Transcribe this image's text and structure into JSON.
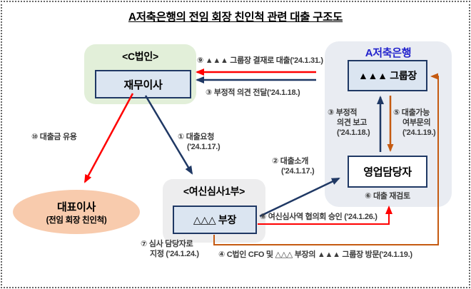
{
  "title": "A저축은행의 전임 회장 친인척 관련 대출 구조도",
  "c_corp": {
    "label": "<C법인>",
    "member": "재무이사"
  },
  "bank": {
    "label": "A저축은행",
    "head": "▲▲▲ 그룹장",
    "sales": "영업담당자"
  },
  "credit": {
    "label": "<여신심사1부>",
    "member": "△△△ 부장"
  },
  "ceo": {
    "name": "대표이사",
    "note": "(전임 회장 친인척)"
  },
  "steps": {
    "s1": {
      "l1": "① 대출요청",
      "l2": "('24.1.17.)"
    },
    "s2": {
      "l1": "② 대출소개",
      "l2": "('24.1.17.)"
    },
    "s3_deliver": "③ 부정적 의견 전달('24.1.18.)",
    "s3_report": {
      "l1": "③ 부정적",
      "l2": "의견 보고",
      "l3": "('24.1.18.)"
    },
    "s4": "④ C법인 CFO 및 △△△ 부장의 ▲▲▲ 그룹장 방문('24.1.19.)",
    "s5": {
      "l1": "⑤ 대출가능",
      "l2": "여부문의",
      "l3": "('24.1.19.)"
    },
    "s6": "⑥ 대출 재검토",
    "s7": {
      "l1": "⑦ 심사 담당자로",
      "l2": "지정 ('24.1.24.)"
    },
    "s8": "⑧ 여신심사역 협의회 승인 ('24.1.26.)",
    "s9": "⑨ ▲▲▲ 그룹장 결재로 대출('24.1.31.)",
    "s10": "⑩ 대출금 유용"
  },
  "colors": {
    "navy": "#1f3864",
    "red": "#ff0000",
    "orange": "#c55a11",
    "bank_title_blue": "#2222cc",
    "green_fill": "#e2efd9",
    "box_blue_fill": "#dbe5f1",
    "bank_fill": "#e9ecf2",
    "dept_fill": "#ededee",
    "ellipse_peach": "#f8cbad"
  }
}
